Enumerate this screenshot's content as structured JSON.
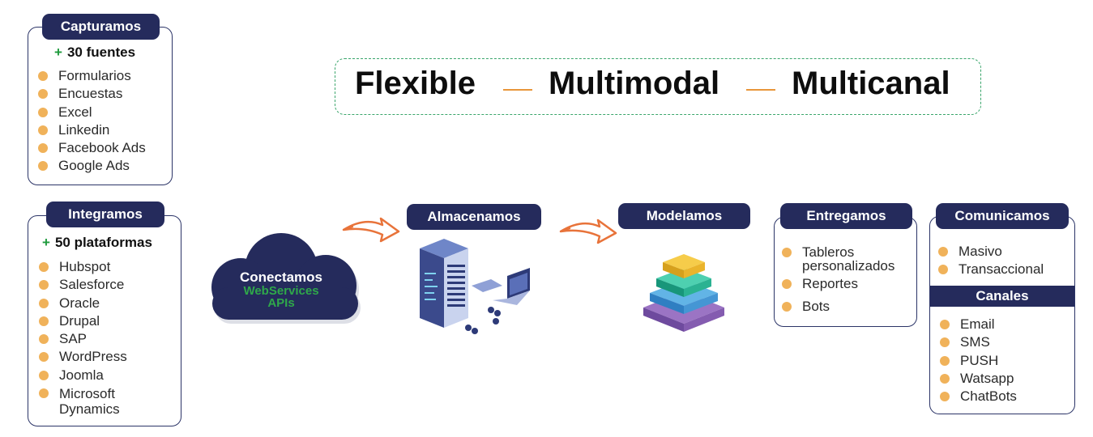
{
  "capturamos": {
    "title": "Capturamos",
    "count_plus": "+",
    "count": "30 fuentes",
    "items": [
      "Formularios",
      "Encuestas",
      "Excel",
      "Linkedin",
      "Facebook Ads",
      "Google Ads"
    ]
  },
  "integramos": {
    "title": "Integramos",
    "count_plus": "+",
    "count": "50 plataformas",
    "items": [
      "Hubspot",
      "Salesforce",
      "Oracle",
      "Drupal",
      "SAP",
      "WordPress",
      "Joomla",
      "Microsoft",
      "Dynamics"
    ]
  },
  "banner": {
    "word1": "Flexible",
    "word2": "Multimodal",
    "word3": "Multicanal"
  },
  "cloud": {
    "title": "Conectamos",
    "line1": "WebServices",
    "line2": "APIs"
  },
  "almacenamos": {
    "title": "Almacenamos"
  },
  "modelamos": {
    "title": "Modelamos"
  },
  "entregamos": {
    "title": "Entregamos",
    "items": [
      "Tableros",
      "personalizados",
      "Reportes",
      "Bots"
    ]
  },
  "comunicamos": {
    "title": "Comunicamos",
    "items": [
      "Masivo",
      "Transaccional"
    ],
    "canales_title": "Canales",
    "canales": [
      "Email",
      "SMS",
      "PUSH",
      "Watsapp",
      "ChatBots"
    ]
  },
  "colors": {
    "navy": "#252b5c",
    "bullet": "#f0b25a",
    "green": "#1e9a3c",
    "arrow": "#e8733a"
  }
}
